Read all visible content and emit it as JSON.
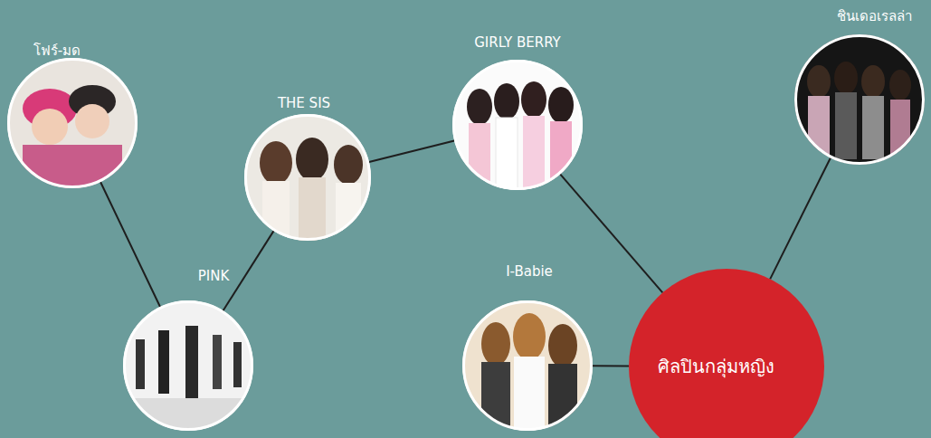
{
  "diagram": {
    "nodes": [
      {
        "text": [
          "โฟร์-มด"
        ]
      },
      {
        "text": [
          "PINK"
        ]
      },
      {
        "text": [
          "THE SIS"
        ]
      },
      {
        "text": [
          "GIRLY BERRY"
        ]
      },
      {
        "text": [
          "I-Babie"
        ]
      },
      {
        "text": [
          "ศิลปินกลุ่มหญิง"
        ]
      },
      {
        "text": [
          "ชินเดอเรลล่า"
        ]
      }
    ],
    "edges": [
      {
        "from": 0,
        "to": 1,
        "arrow": "none"
      },
      {
        "from": 1,
        "to": 2,
        "arrow": "none"
      },
      {
        "from": 2,
        "to": 3,
        "arrow": "none"
      },
      {
        "from": 3,
        "to": 5,
        "arrow": "none"
      },
      {
        "from": 4,
        "to": 5,
        "arrow": "none"
      },
      {
        "from": 5,
        "to": 6,
        "arrow": "none"
      }
    ]
  }
}
